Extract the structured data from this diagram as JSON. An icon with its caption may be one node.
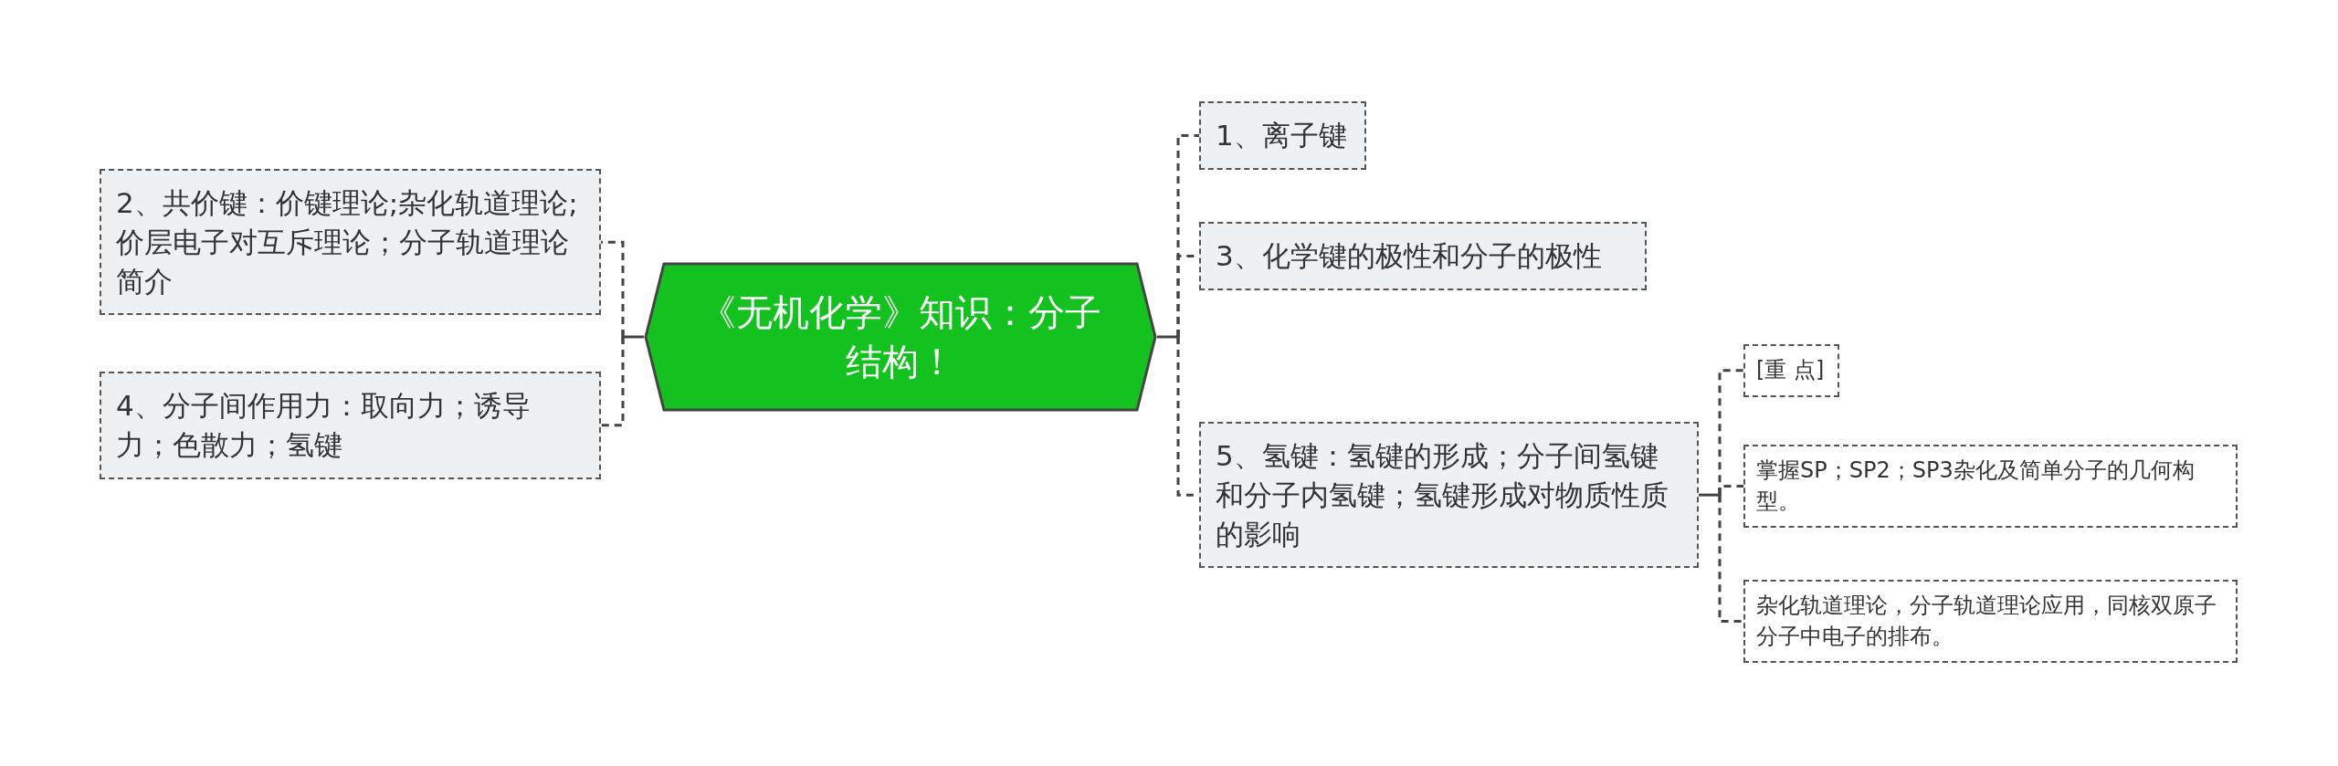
{
  "diagram": {
    "nodes": [
      {
        "text": [
          "《无机化学》知识：分子结构！"
        ]
      },
      {
        "text": [
          "2、共价键：价键理论;杂化轨道理论;价层电子对互斥理论；分子轨道理论简介"
        ]
      },
      {
        "text": [
          "4、分子间作用力：取向力；诱导力；色散力；氢键"
        ]
      },
      {
        "text": [
          "1、离子键"
        ]
      },
      {
        "text": [
          "3、化学键的极性和分子的极性"
        ]
      },
      {
        "text": [
          "5、氢键：氢键的形成；分子间氢键和分子内氢键；氢键形成对物质性质的影响"
        ]
      },
      {
        "text": [
          "[重 点]"
        ]
      },
      {
        "text": [
          "掌握SP；SP2；SP3杂化及简单分子的几何构型。"
        ]
      },
      {
        "text": [
          "杂化轨道理论，分子轨道理论应用，同核双原子分子中电子的排布。"
        ]
      }
    ],
    "edges": [
      {
        "from": 0,
        "to": 1,
        "arrow": "none"
      },
      {
        "from": 0,
        "to": 2,
        "arrow": "none"
      },
      {
        "from": 0,
        "to": 3,
        "arrow": "none"
      },
      {
        "from": 0,
        "to": 4,
        "arrow": "none"
      },
      {
        "from": 0,
        "to": 5,
        "arrow": "none"
      },
      {
        "from": 5,
        "to": 6,
        "arrow": "none"
      },
      {
        "from": 5,
        "to": 7,
        "arrow": "none"
      },
      {
        "from": 5,
        "to": 8,
        "arrow": "none"
      }
    ]
  }
}
